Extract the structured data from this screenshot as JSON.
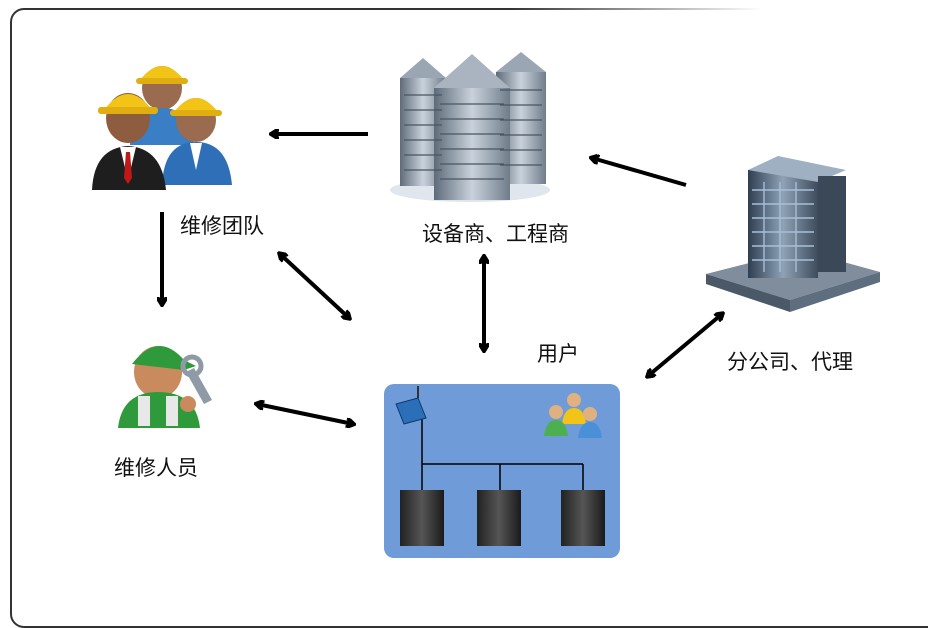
{
  "nodes": {
    "repair_team": {
      "label": "维修团队",
      "icon": "workers-team-icon"
    },
    "equipment_vendor": {
      "label": "设备商、工程商",
      "icon": "buildings-icon"
    },
    "branch_office": {
      "label": "分公司、代理",
      "icon": "office-building-icon"
    },
    "repair_staff": {
      "label": "维修人员",
      "icon": "repairman-icon"
    },
    "user": {
      "label": "用户",
      "icon": "user-site-icon"
    }
  },
  "edges": [
    {
      "from": "equipment_vendor",
      "to": "repair_team",
      "direction": "one-way"
    },
    {
      "from": "branch_office",
      "to": "equipment_vendor",
      "direction": "one-way"
    },
    {
      "from": "repair_team",
      "to": "repair_staff",
      "direction": "one-way"
    },
    {
      "from": "repair_team",
      "to": "user",
      "direction": "two-way"
    },
    {
      "from": "equipment_vendor",
      "to": "user",
      "direction": "two-way"
    },
    {
      "from": "branch_office",
      "to": "user",
      "direction": "two-way"
    },
    {
      "from": "repair_staff",
      "to": "user",
      "direction": "two-way"
    }
  ],
  "colors": {
    "user_panel": "#6f9bd8",
    "arrow": "#000000",
    "helmet": "#f2c417",
    "building": "#8a98a8"
  }
}
